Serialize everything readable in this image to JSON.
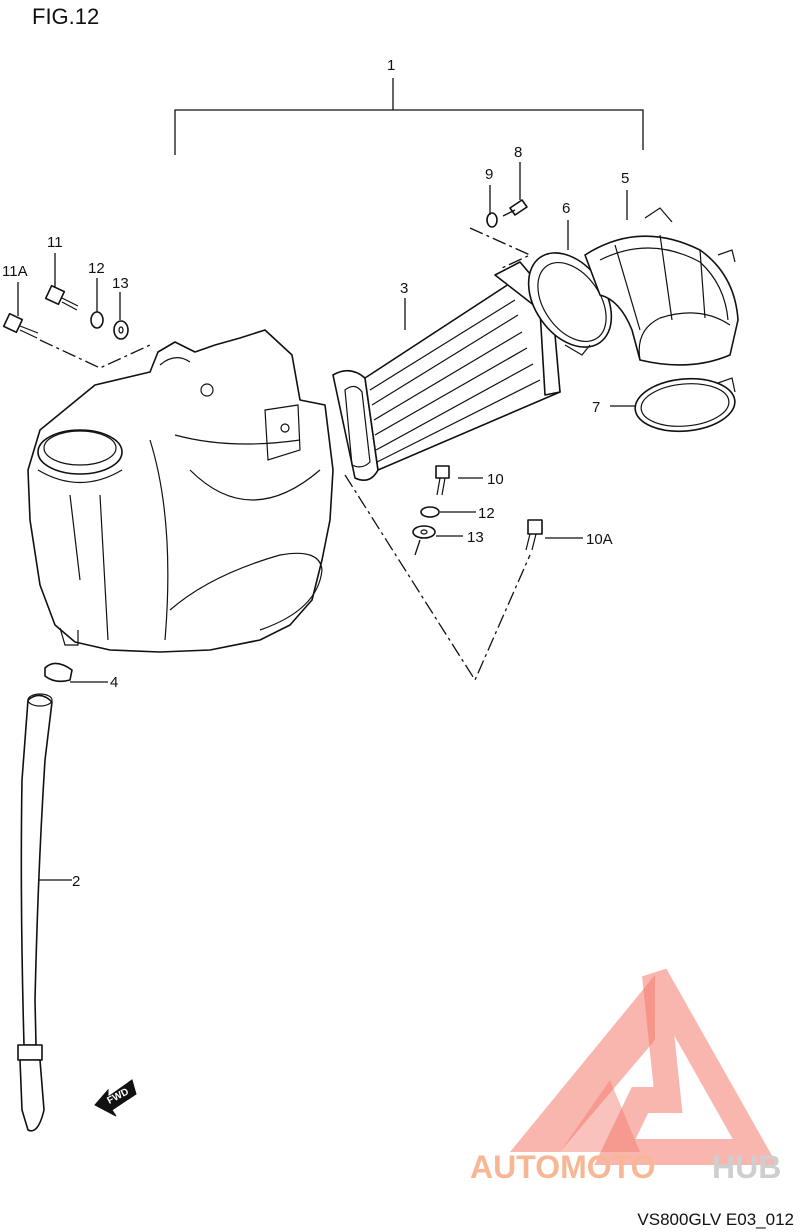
{
  "figure": {
    "title": "FIG.12",
    "code": "VS800GLV E03_012"
  },
  "callouts": {
    "c1": "1",
    "c2": "2",
    "c3": "3",
    "c4": "4",
    "c5": "5",
    "c6": "6",
    "c7": "7",
    "c8": "8",
    "c9": "9",
    "c10": "10",
    "c10a": "10A",
    "c11": "11",
    "c11a": "11A",
    "c12_top": "12",
    "c13_top": "13",
    "c12_right": "12",
    "c13_right": "13"
  },
  "fwd_badge": "FWD",
  "watermark": {
    "part1": "AUTOMOTO",
    "part2": "HUB",
    "colors": {
      "triangle": "#f26b5b",
      "part1": "#f7b08a",
      "part2": "#c9c9c9"
    }
  }
}
